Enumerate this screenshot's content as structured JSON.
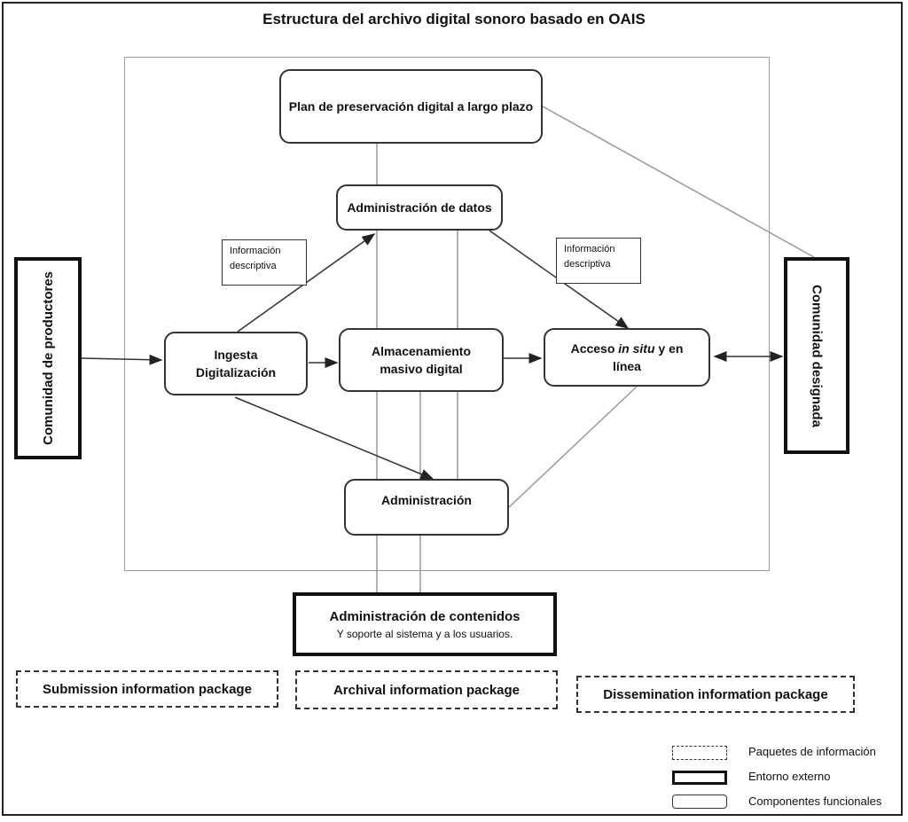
{
  "title": "Estructura del archivo digital sonoro basado en OAIS",
  "components": {
    "plan": "Plan de preservación digital a largo plazo",
    "data_admin": "Administración de datos",
    "ingest_line1": "Ingesta",
    "ingest_line2": "Digitalización",
    "storage": "Almacenamiento masivo digital",
    "access_prefix": "Acceso ",
    "access_italic": "in situ",
    "access_suffix": " y en línea",
    "admin": "Administración"
  },
  "external": {
    "producers": "Comunidad de productores",
    "designated": "Comunidad designada",
    "content_admin_title": "Administración de contenidos",
    "content_admin_sub": "Y soporte al sistema y a los usuarios."
  },
  "notes": {
    "left": "Información descriptiva",
    "right": "Información descriptiva"
  },
  "packages": {
    "sip": "Submission information package",
    "aip": "Archival information package",
    "dip": "Dissemination information package"
  },
  "legend": {
    "packages": "Paquetes de información",
    "external": "Entorno externo",
    "functional": "Componentes funcionales"
  }
}
